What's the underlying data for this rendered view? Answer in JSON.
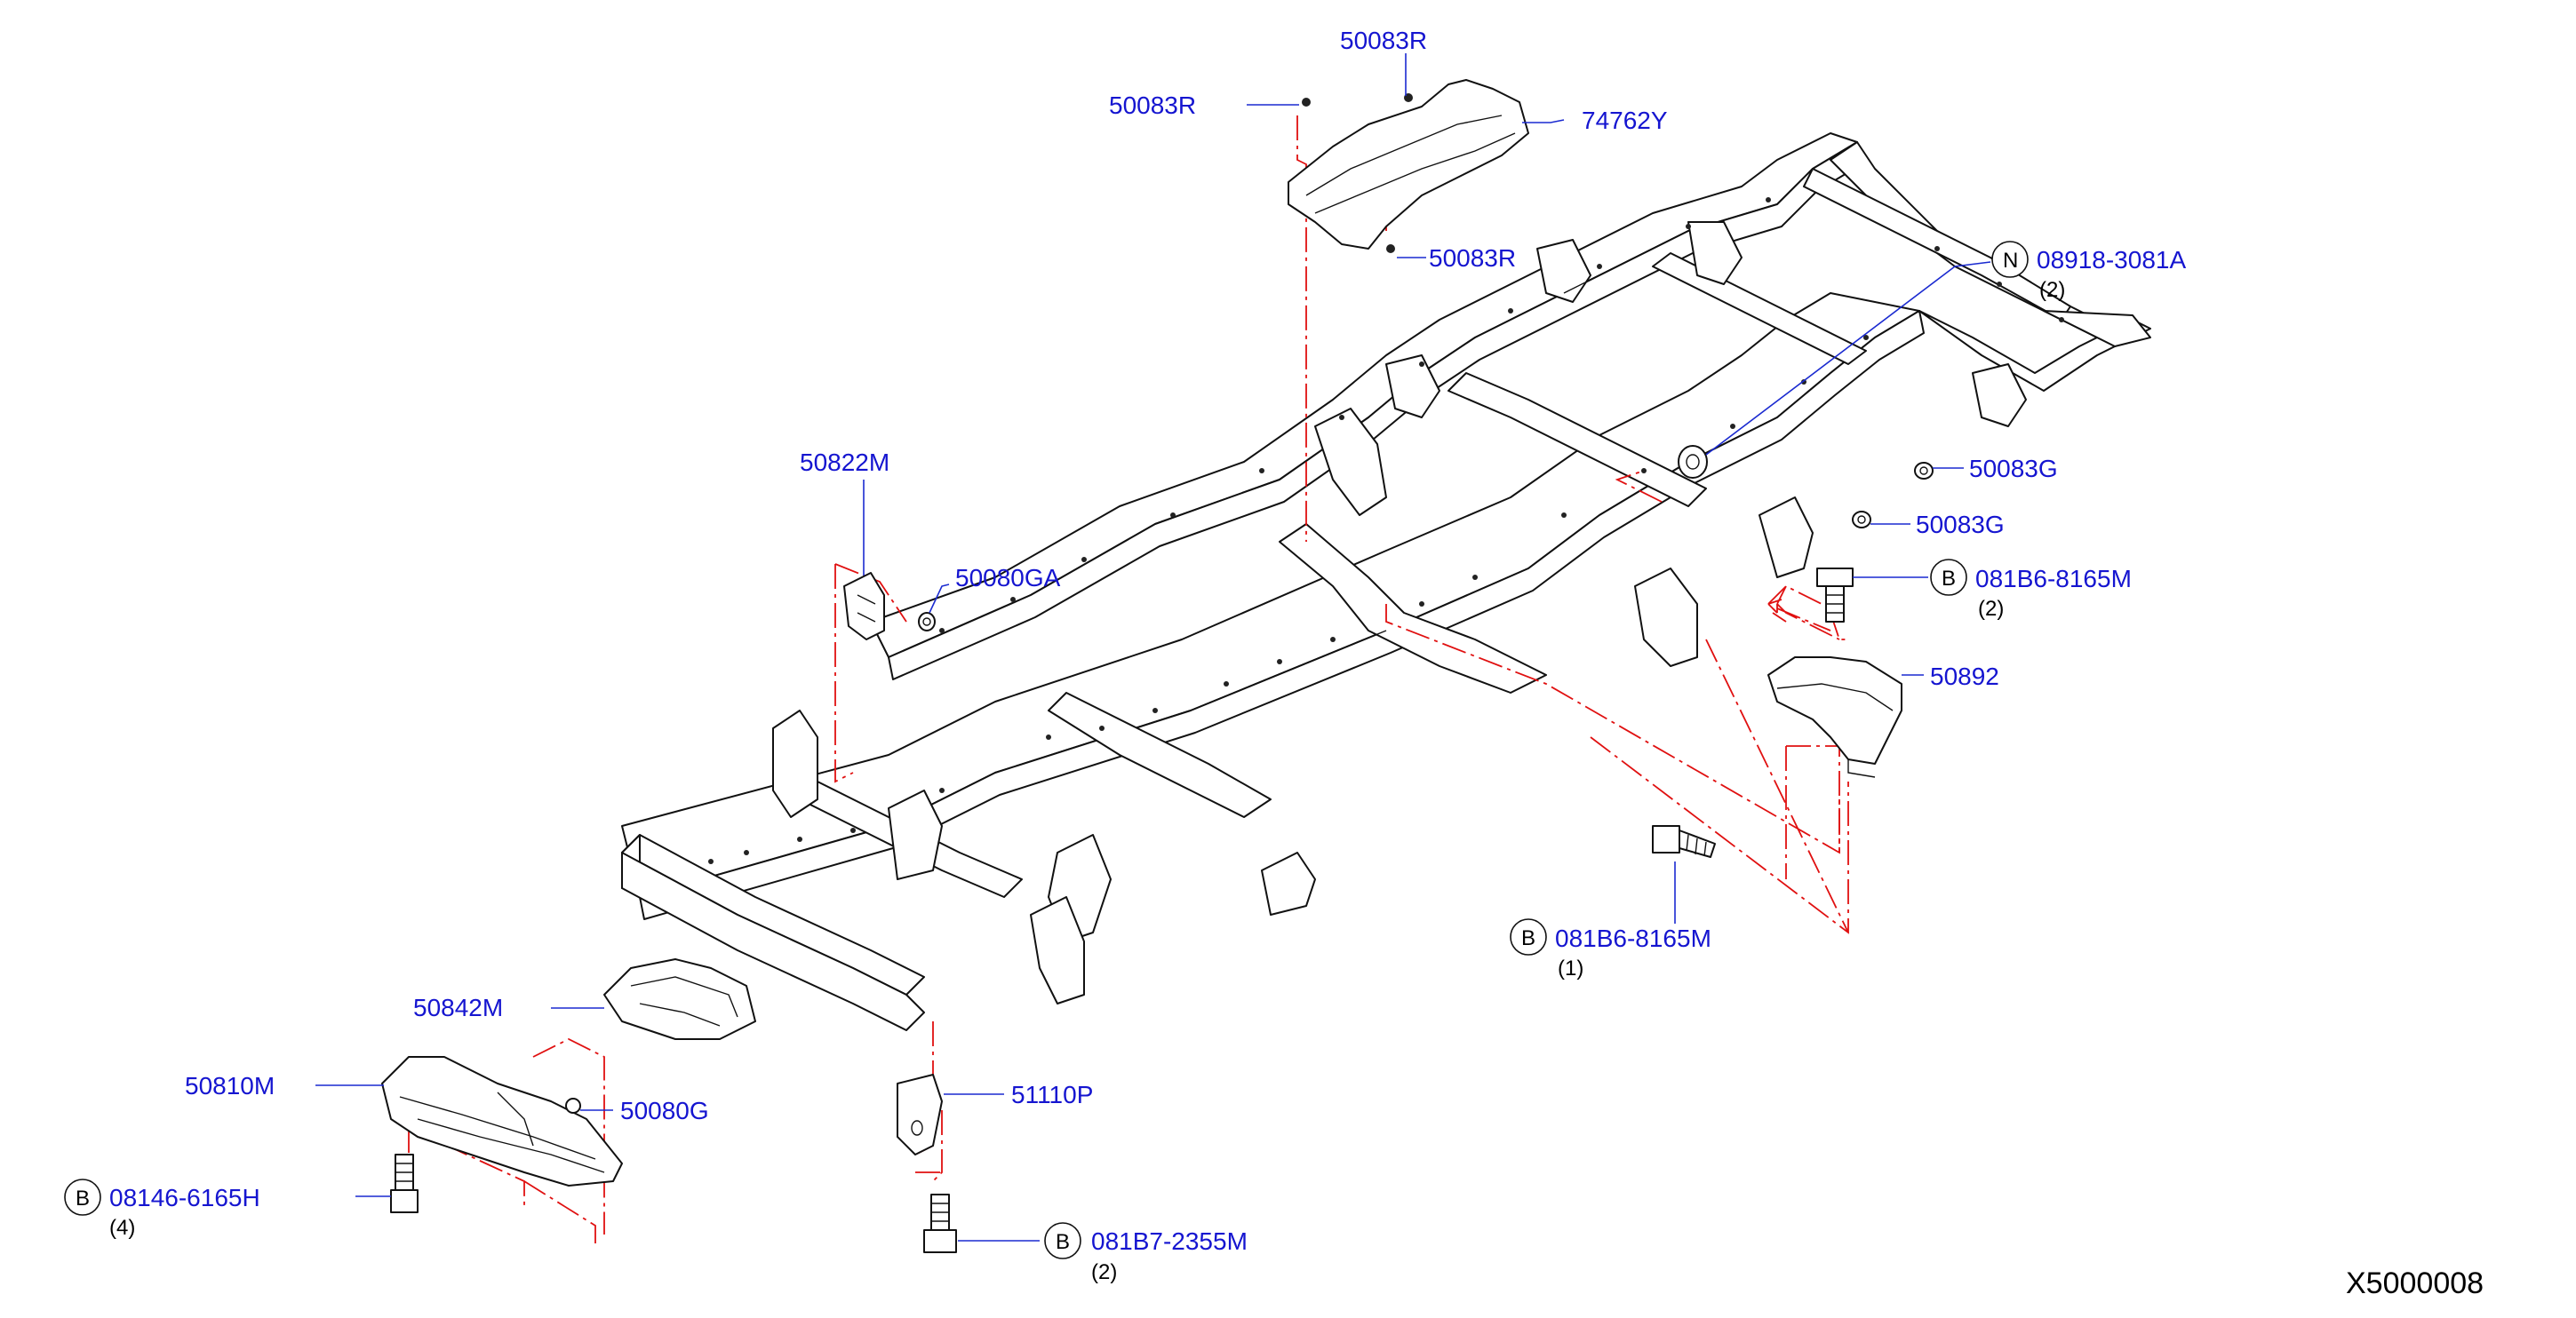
{
  "diagram_code": "X5000008",
  "callouts": [
    {
      "part": "50083R",
      "qty": ""
    },
    {
      "part": "50083R",
      "qty": ""
    },
    {
      "part": "74762Y",
      "qty": ""
    },
    {
      "part": "50083R",
      "qty": ""
    },
    {
      "part": "08918-3081A",
      "qty": "(2)",
      "badge": "N"
    },
    {
      "part": "50083G",
      "qty": ""
    },
    {
      "part": "50083G",
      "qty": ""
    },
    {
      "part": "081B6-8165M",
      "qty": "(2)",
      "badge": "B"
    },
    {
      "part": "50892",
      "qty": ""
    },
    {
      "part": "50822M",
      "qty": ""
    },
    {
      "part": "50080GA",
      "qty": ""
    },
    {
      "part": "081B6-8165M",
      "qty": "(1)",
      "badge": "B"
    },
    {
      "part": "50842M",
      "qty": ""
    },
    {
      "part": "50810M",
      "qty": ""
    },
    {
      "part": "50080G",
      "qty": ""
    },
    {
      "part": "51110P",
      "qty": ""
    },
    {
      "part": "08146-6165H",
      "qty": "(4)",
      "badge": "B"
    },
    {
      "part": "081B7-2355M",
      "qty": "(2)",
      "badge": "B"
    }
  ],
  "colors": {
    "label": "#1515d0",
    "leader": "#1a2ad0",
    "dashed_line": "#e01010",
    "outline": "#111111"
  }
}
